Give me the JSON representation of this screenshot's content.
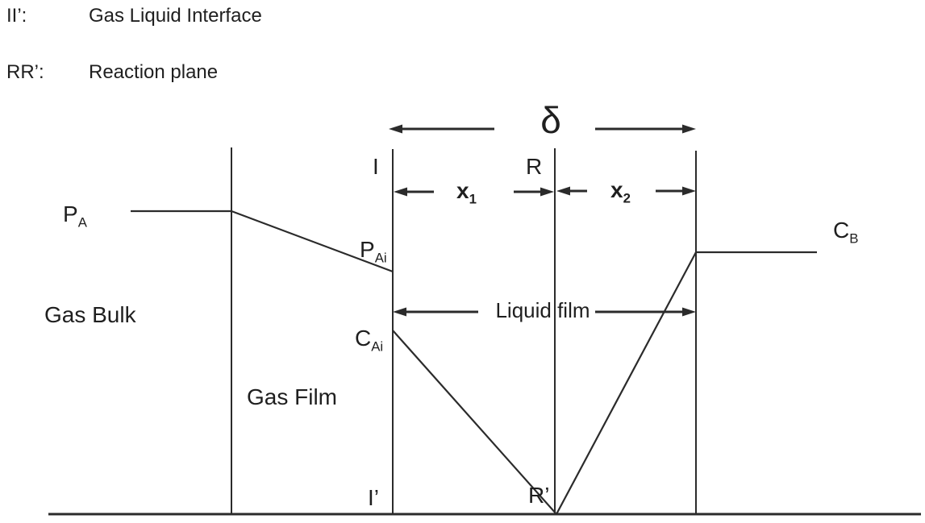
{
  "legend": {
    "rows": [
      {
        "key": "II’:",
        "value": "Gas Liquid Interface"
      },
      {
        "key": "RR’:",
        "value": "Reaction plane"
      }
    ]
  },
  "dimensions": {
    "delta_symbol": "δ",
    "x1": {
      "base": "x",
      "sub": "1"
    },
    "x2": {
      "base": "x",
      "sub": "2"
    }
  },
  "planes": {
    "interface_top": "I",
    "interface_bottom": "I’",
    "reaction_top": "R",
    "reaction_bottom": "R’"
  },
  "quantities": {
    "p_a": {
      "base": "P",
      "sub": "A"
    },
    "p_ai": {
      "base": "P",
      "sub": "Ai"
    },
    "c_ai": {
      "base": "C",
      "sub": "Ai"
    },
    "c_b": {
      "base": "C",
      "sub": "B"
    }
  },
  "regions": {
    "gas_bulk": "Gas Bulk",
    "gas_film": "Gas Film",
    "liquid_film": "Liquid film"
  },
  "colors": {
    "ink": "#1f1f1f",
    "line": "#2b2b2b",
    "background": "#ffffff"
  }
}
